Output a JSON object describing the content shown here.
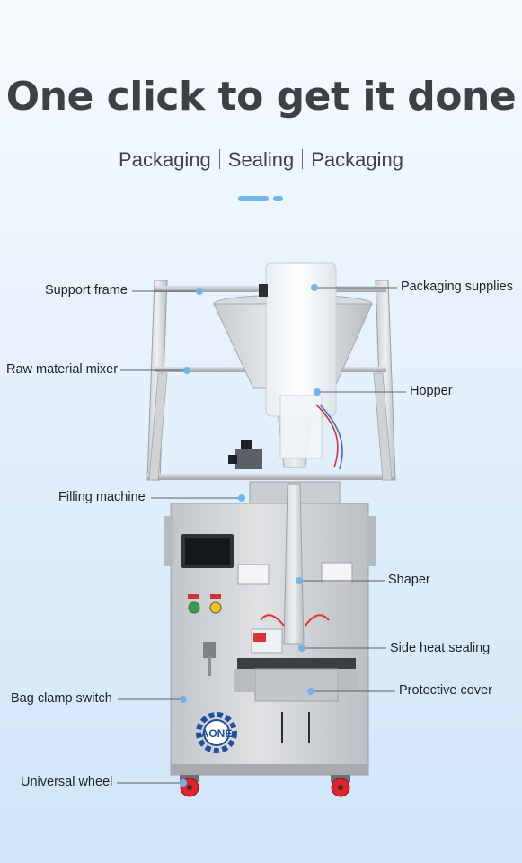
{
  "title": "One click to get it done",
  "subtitle": [
    "Packaging",
    "Sealing",
    "Packaging"
  ],
  "brand": "AONE",
  "colors": {
    "accent": "#6fb4ea",
    "text": "#3d4141",
    "wheel": "#e0242b",
    "brand": "#1f4fa0"
  },
  "labels": {
    "support_frame": "Support frame",
    "raw_material_mixer": "Raw material mixer",
    "filling_machine": "Filling machine",
    "bag_clamp_switch": "Bag clamp switch",
    "universal_wheel": "Universal wheel",
    "packaging_supplies": "Packaging supplies",
    "hopper": "Hopper",
    "shaper": "Shaper",
    "side_heat_sealing": "Side heat sealing",
    "protective_cover": "Protective cover"
  }
}
